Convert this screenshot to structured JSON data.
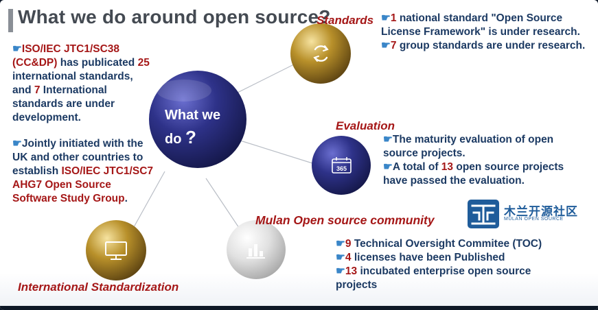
{
  "title": "What we do around open source?",
  "center": {
    "line1": "What we",
    "line2": "do",
    "mark": "?"
  },
  "pointer": "☛",
  "standards": {
    "heading": "Standards",
    "p1_num": "1",
    "p1_text": " national standard \"Open Source License Framework\" is under research.",
    "p2_num": "7",
    "p2_text": " group standards are under research."
  },
  "evaluation": {
    "heading": "Evaluation",
    "p1_text": "The maturity evaluation of open source projects.",
    "p2_pre": "A total of ",
    "p2_num": "13",
    "p2_post": " open source projects have passed the evaluation.",
    "icon_label": "365"
  },
  "left": {
    "p1_red": "ISO/IEC JTC1/SC38 (CC&DP)",
    "p1_mid": " has publicated ",
    "p1_num1": "25",
    "p1_mid2": " international standards, and ",
    "p1_num2": "7",
    "p1_end": " International standards are under development.",
    "p2_pre": "Jointly initiated with the UK and other countries to establish ",
    "p2_red": "ISO/IEC JTC1/SC7 AHG7 Open Source Software Study Group",
    "p2_end": "."
  },
  "mulan": {
    "heading": "Mulan Open source community",
    "p1_num": "9",
    "p1_text": " Technical Oversight Commitee (TOC)",
    "p2_num": "4",
    "p2_text": " licenses have been Published",
    "p3_num": "13",
    "p3_text": " incubated enterprise open source projects",
    "logo_cn": "木兰开源社区",
    "logo_en": "MULAN OPEN SOURCE"
  },
  "intl": {
    "heading": "International Standardization"
  },
  "colors": {
    "heading_red": "#a51717",
    "body_navy": "#1c3a63",
    "pointer_blue": "#3a86c8",
    "ball_navy": "#2b2f7e",
    "ball_gold": "#b8902a",
    "ball_silver": "#d8d8d8"
  },
  "icons": {
    "standards": "refresh-icon",
    "evaluation": "calendar-icon",
    "intl": "monitor-icon",
    "mulan": "chart-icon",
    "logo": "mulan-logo-icon"
  }
}
